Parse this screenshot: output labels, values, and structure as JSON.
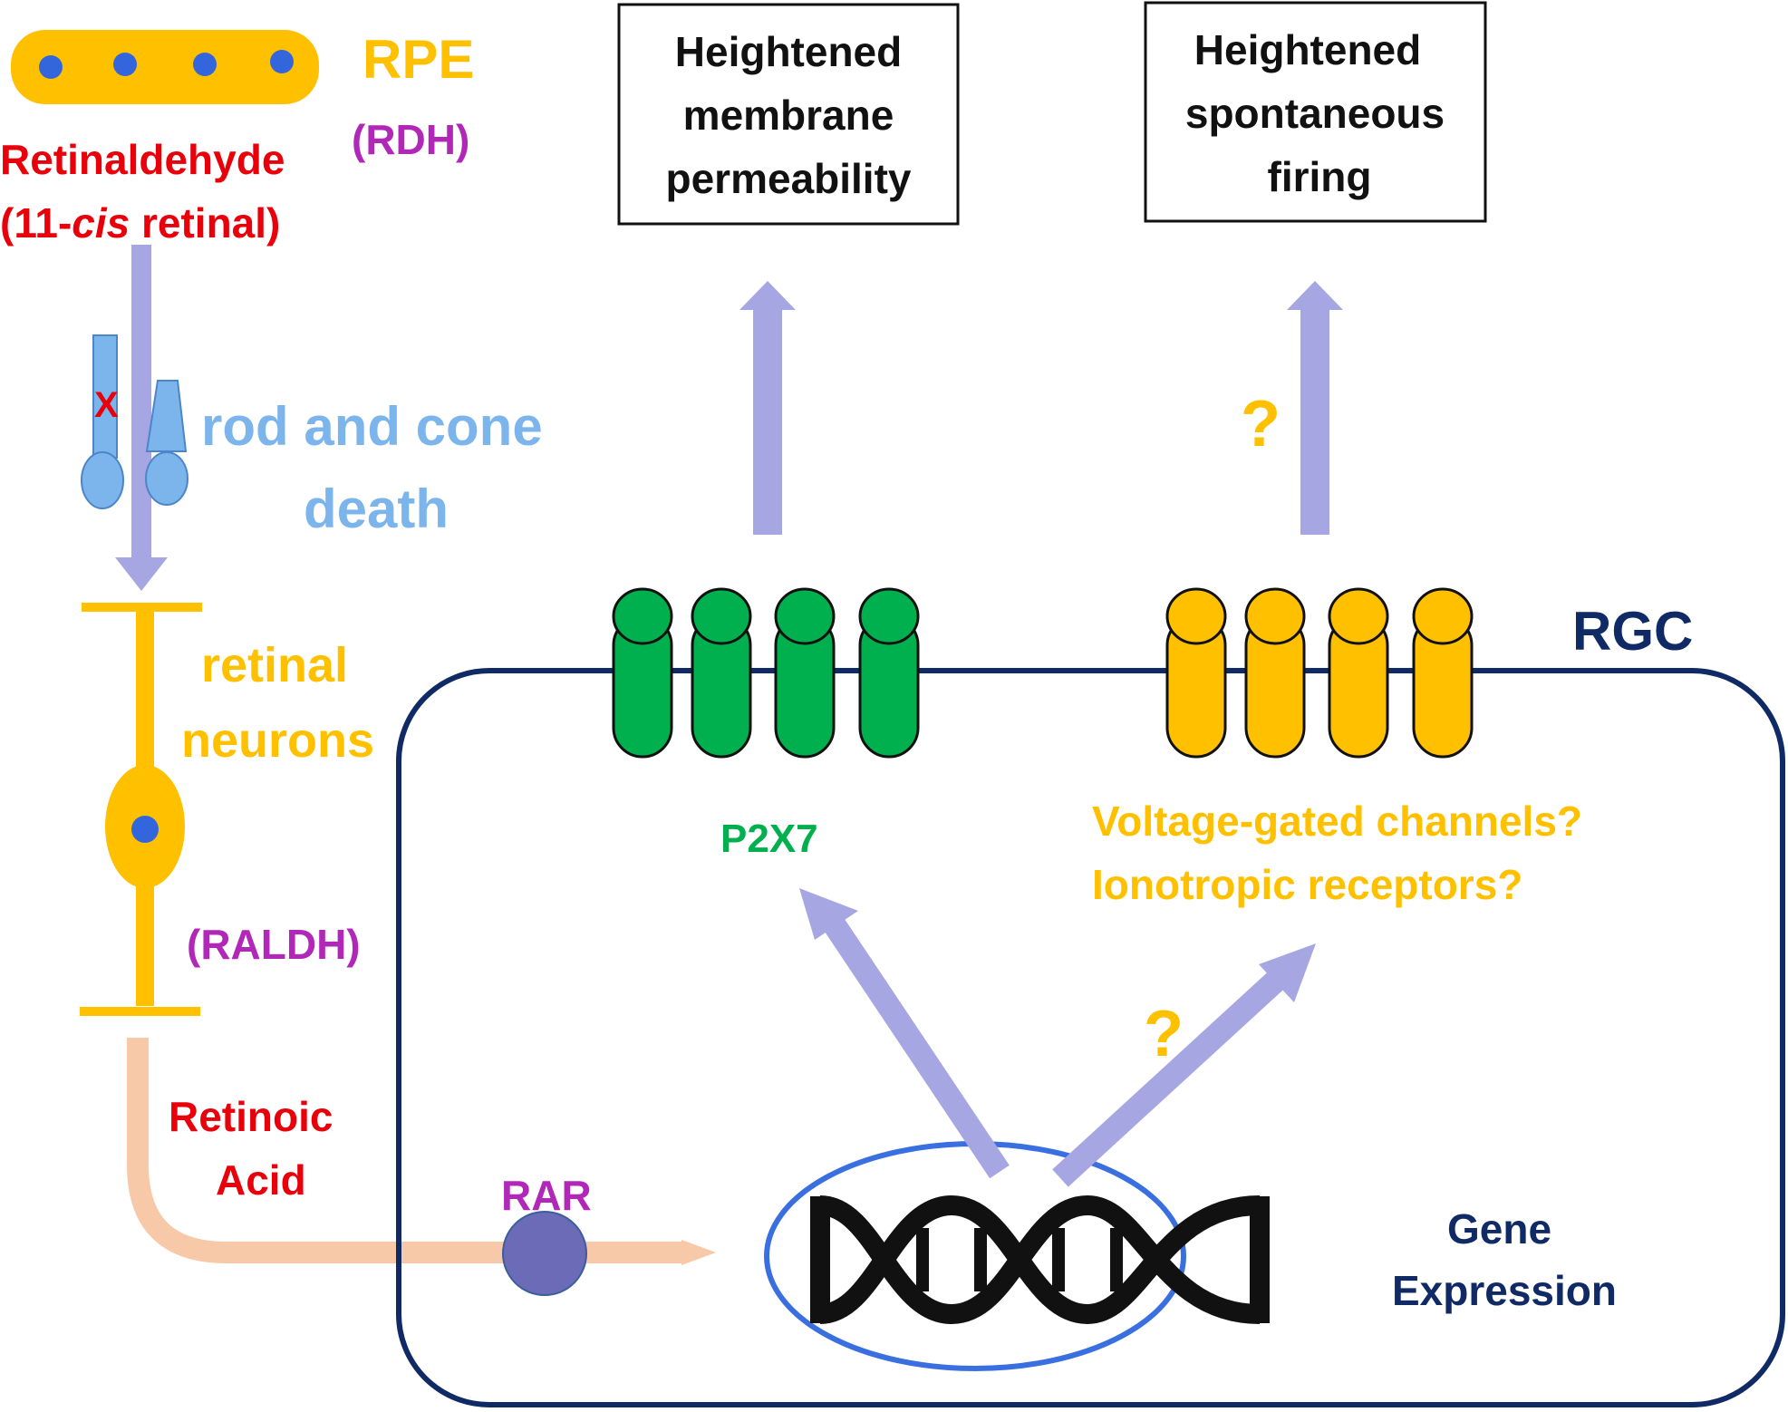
{
  "colors": {
    "rpe": "#FFC000",
    "nucleus": "#3366DD",
    "red": "#E8000B",
    "magenta": "#B128B8",
    "photoreceptor": "#7CB4EC",
    "arrow": "#A6A6E2",
    "green": "#00B04F",
    "navy": "#102A66",
    "peach": "#F8C9A8",
    "rar": "#6B6BB8",
    "nucleus_ring": "#3A6FE0",
    "dna": "#111111"
  },
  "labels": {
    "rpe": "RPE",
    "rdh": "(RDH)",
    "retinaldehyde": "Retinaldehyde",
    "cis_prefix": "(11-",
    "cis_italic": "cis",
    "cis_suffix": " retinal)",
    "x_mark": "X",
    "rod_cone_line1": "rod and cone",
    "rod_cone_line2": "death",
    "retinal_neurons_line1": "retinal",
    "retinal_neurons_line2": "neurons",
    "raldh": "(RALDH)",
    "retinoic_line1": "Retinoic",
    "retinoic_line2": "Acid",
    "rar": "RAR",
    "rgc": "RGC",
    "p2x7": "P2X7",
    "voltage_gated": "Voltage-gated channels?",
    "ionotropic": "Ionotropic receptors?",
    "question_top": "?",
    "question_mid": "?",
    "gene_line1": "Gene",
    "gene_line2": "Expression"
  },
  "boxes": {
    "membrane": [
      "Heightened",
      "membrane",
      "permeability"
    ],
    "firing": [
      "Heightened",
      "spontaneous",
      "firing"
    ]
  }
}
